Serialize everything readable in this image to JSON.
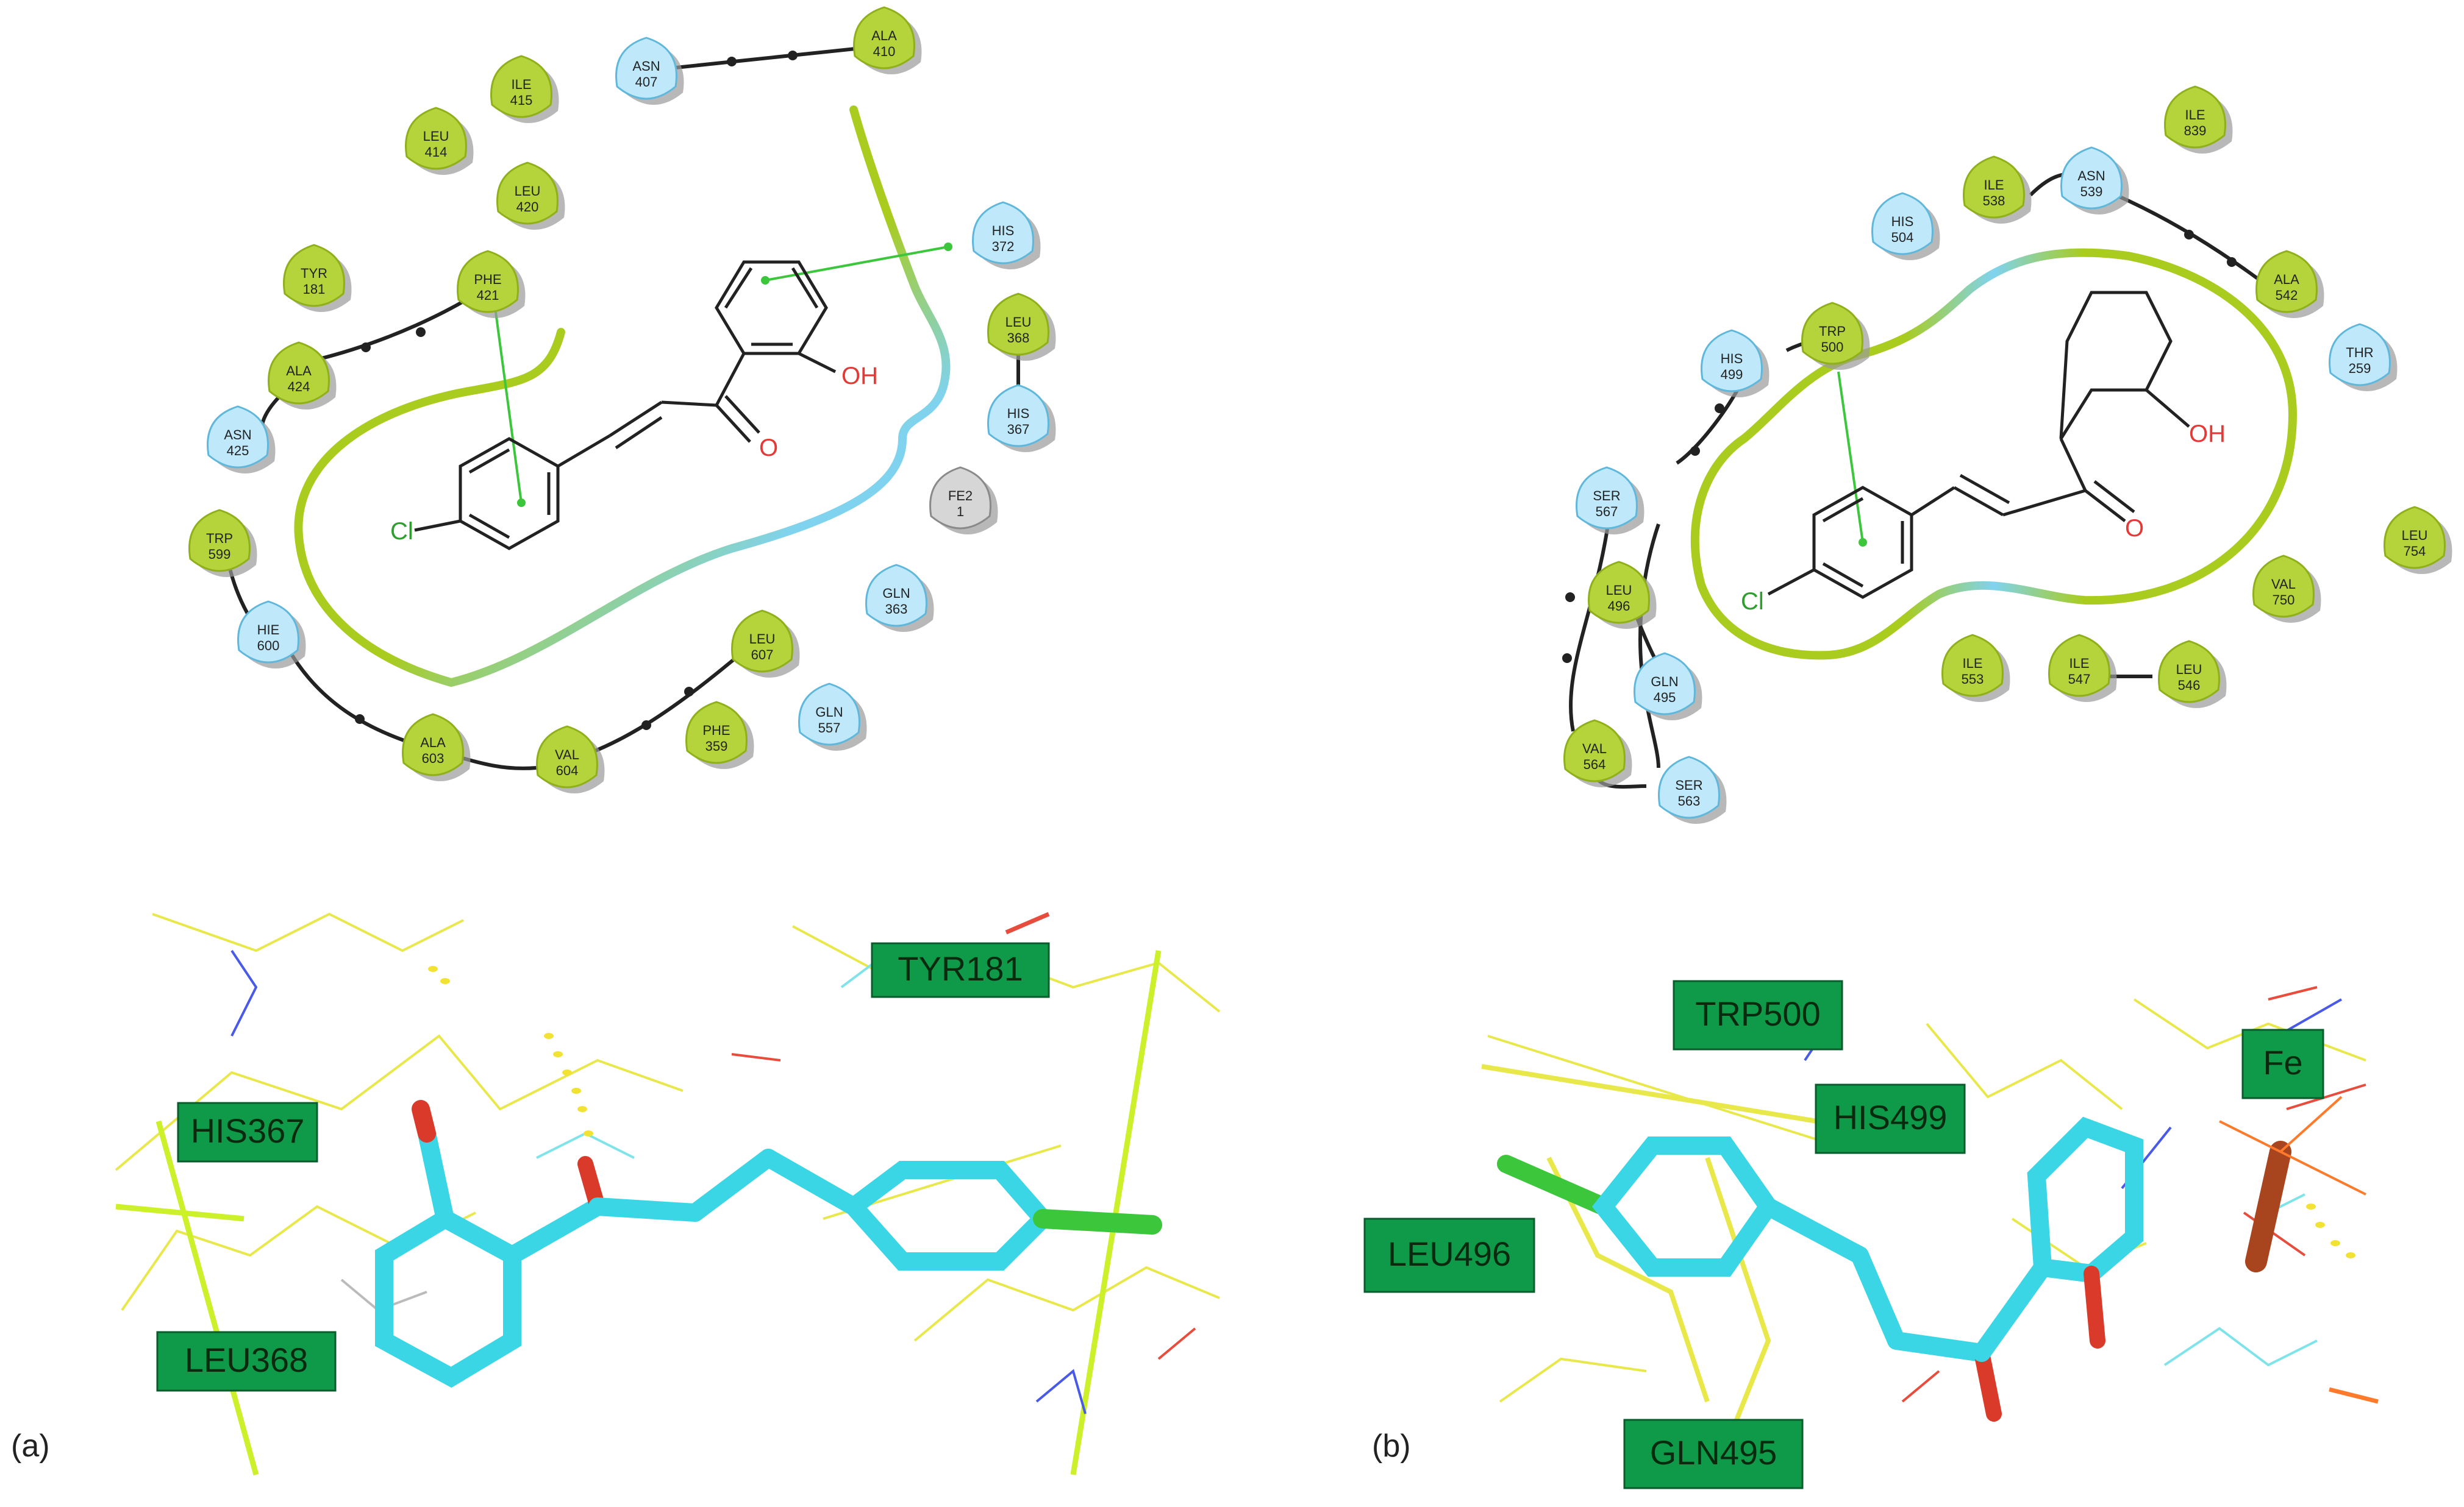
{
  "panels": [
    {
      "label": "(a)"
    },
    {
      "label": "(b)"
    }
  ],
  "colors": {
    "hydrophobic": "#b5d33a",
    "polar": "#bfe9fb",
    "metal": "#d6d6d6",
    "pocket_hydrophobic": "#a9cc1f",
    "pocket_polar": "#7fd3ef",
    "ligand_carbon": "#3ad6e6",
    "highlight_box": "#0e9a48",
    "chlorine": "#3cc63c",
    "oxygen": "#e53935"
  },
  "diagram_a": {
    "residues": [
      {
        "id": "asn407",
        "name": "ASN",
        "num": "407",
        "kind": "polar"
      },
      {
        "id": "ala410",
        "name": "ALA",
        "num": "410",
        "kind": "hydrophobic"
      },
      {
        "id": "ile415",
        "name": "ILE",
        "num": "415",
        "kind": "hydrophobic"
      },
      {
        "id": "leu414",
        "name": "LEU",
        "num": "414",
        "kind": "hydrophobic"
      },
      {
        "id": "leu420",
        "name": "LEU",
        "num": "420",
        "kind": "hydrophobic"
      },
      {
        "id": "phe421",
        "name": "PHE",
        "num": "421",
        "kind": "hydrophobic"
      },
      {
        "id": "tyr181",
        "name": "TYR",
        "num": "181",
        "kind": "hydrophobic"
      },
      {
        "id": "ala424",
        "name": "ALA",
        "num": "424",
        "kind": "hydrophobic"
      },
      {
        "id": "asn425",
        "name": "ASN",
        "num": "425",
        "kind": "polar"
      },
      {
        "id": "his372",
        "name": "HIS",
        "num": "372",
        "kind": "polar"
      },
      {
        "id": "leu368",
        "name": "LEU",
        "num": "368",
        "kind": "hydrophobic"
      },
      {
        "id": "his367",
        "name": "HIS",
        "num": "367",
        "kind": "polar"
      },
      {
        "id": "fe2",
        "name": "FE2",
        "num": "1",
        "kind": "metal"
      },
      {
        "id": "gln363",
        "name": "GLN",
        "num": "363",
        "kind": "polar"
      },
      {
        "id": "trp599",
        "name": "TRP",
        "num": "599",
        "kind": "hydrophobic"
      },
      {
        "id": "hie600",
        "name": "HIE",
        "num": "600",
        "kind": "polar"
      },
      {
        "id": "leu607",
        "name": "LEU",
        "num": "607",
        "kind": "hydrophobic"
      },
      {
        "id": "gln557",
        "name": "GLN",
        "num": "557",
        "kind": "polar"
      },
      {
        "id": "ala603",
        "name": "ALA",
        "num": "603",
        "kind": "hydrophobic"
      },
      {
        "id": "val604",
        "name": "VAL",
        "num": "604",
        "kind": "hydrophobic"
      },
      {
        "id": "phe359",
        "name": "PHE",
        "num": "359",
        "kind": "hydrophobic"
      }
    ],
    "atoms": {
      "cl": "Cl",
      "oh": "OH",
      "o": "O"
    }
  },
  "diagram_b": {
    "residues": [
      {
        "id": "ile839",
        "name": "ILE",
        "num": "839",
        "kind": "hydrophobic"
      },
      {
        "id": "asn539",
        "name": "ASN",
        "num": "539",
        "kind": "polar"
      },
      {
        "id": "ile538",
        "name": "ILE",
        "num": "538",
        "kind": "hydrophobic"
      },
      {
        "id": "his504",
        "name": "HIS",
        "num": "504",
        "kind": "polar"
      },
      {
        "id": "ala542",
        "name": "ALA",
        "num": "542",
        "kind": "hydrophobic"
      },
      {
        "id": "thr259",
        "name": "THR",
        "num": "259",
        "kind": "polar"
      },
      {
        "id": "trp500",
        "name": "TRP",
        "num": "500",
        "kind": "hydrophobic"
      },
      {
        "id": "his499",
        "name": "HIS",
        "num": "499",
        "kind": "polar"
      },
      {
        "id": "ser567",
        "name": "SER",
        "num": "567",
        "kind": "polar"
      },
      {
        "id": "leu754",
        "name": "LEU",
        "num": "754",
        "kind": "hydrophobic"
      },
      {
        "id": "leu496",
        "name": "LEU",
        "num": "496",
        "kind": "hydrophobic"
      },
      {
        "id": "val750",
        "name": "VAL",
        "num": "750",
        "kind": "hydrophobic"
      },
      {
        "id": "gln495",
        "name": "GLN",
        "num": "495",
        "kind": "polar"
      },
      {
        "id": "ile553",
        "name": "ILE",
        "num": "553",
        "kind": "hydrophobic"
      },
      {
        "id": "ile547",
        "name": "ILE",
        "num": "547",
        "kind": "hydrophobic"
      },
      {
        "id": "leu546",
        "name": "LEU",
        "num": "546",
        "kind": "hydrophobic"
      },
      {
        "id": "val564",
        "name": "VAL",
        "num": "564",
        "kind": "hydrophobic"
      },
      {
        "id": "ser563",
        "name": "SER",
        "num": "563",
        "kind": "polar"
      }
    ],
    "atoms": {
      "cl": "Cl",
      "oh": "OH",
      "o": "O"
    }
  },
  "structure_a": {
    "labels": {
      "tyr181": "TYR181",
      "his367": "HIS367",
      "leu368": "LEU368"
    }
  },
  "structure_b": {
    "labels": {
      "trp500": "TRP500",
      "his499": "HIS499",
      "fe": "Fe",
      "leu496": "LEU496",
      "gln495": "GLN495"
    }
  }
}
